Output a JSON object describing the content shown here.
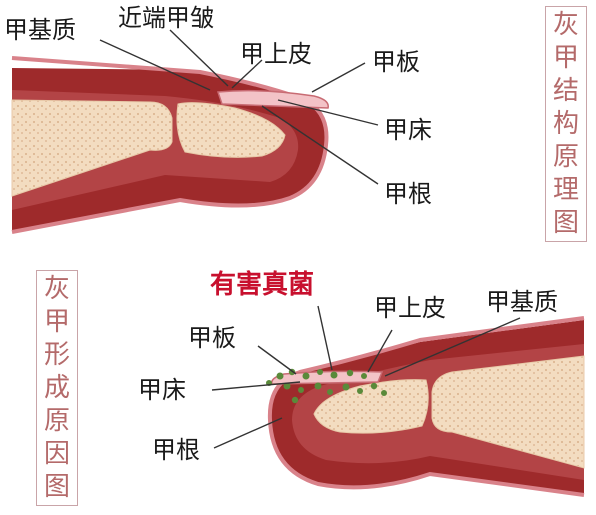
{
  "top": {
    "labels": {
      "matrix": "甲基质",
      "proximal_fold": "近端甲皱",
      "eponychium": "甲上皮",
      "nail_plate": "甲板",
      "nail_bed": "甲床",
      "nail_root": "甲根"
    },
    "side_title": [
      "灰",
      "甲",
      "结",
      "构",
      "原",
      "理",
      "图"
    ]
  },
  "bottom": {
    "fungi_label": "有害真菌",
    "labels": {
      "eponychium": "甲上皮",
      "matrix": "甲基质",
      "nail_plate": "甲板",
      "nail_bed": "甲床",
      "nail_root": "甲根"
    },
    "side_title": [
      "灰",
      "甲",
      "形",
      "成",
      "原",
      "因",
      "图"
    ]
  },
  "colors": {
    "flesh": "#9e2a2b",
    "flesh_dark": "#7a1c1e",
    "bone": "#f3dcc0",
    "fungus": "#5a8a3a",
    "title_red": "#c8102e"
  }
}
